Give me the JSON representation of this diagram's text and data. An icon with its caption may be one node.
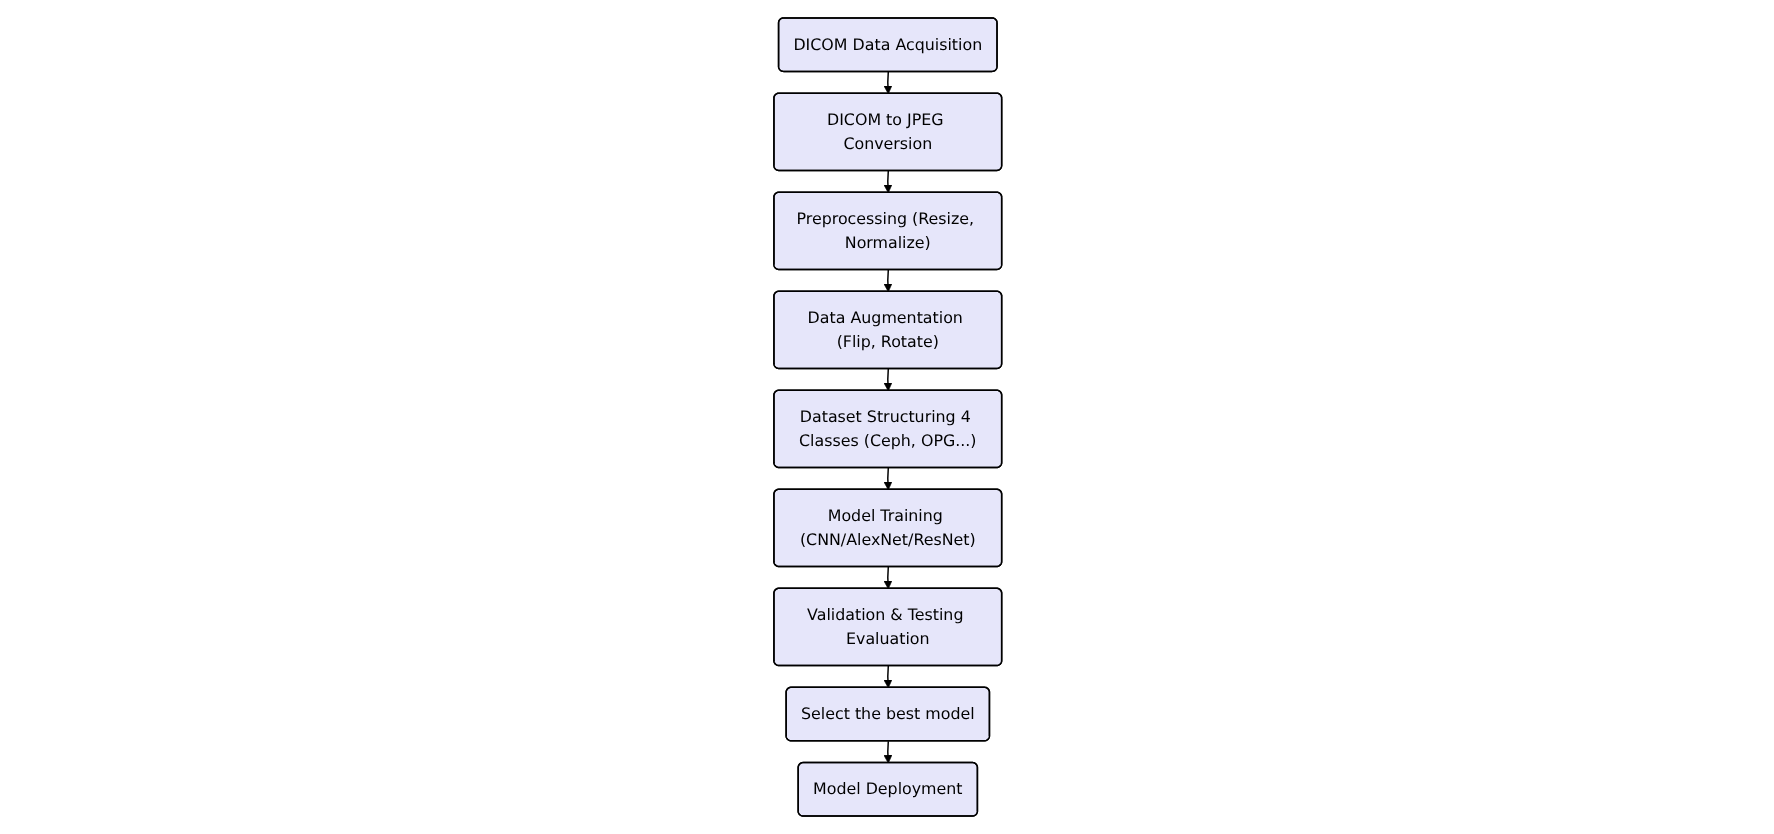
{
  "diagram": {
    "nodes": [
      {
        "text": [
          "DICOM Data Acquisition"
        ]
      },
      {
        "text": [
          "DICOM to JPEG Conversion"
        ]
      },
      {
        "text": [
          "Preprocessing (Resize, Normalize)"
        ]
      },
      {
        "text": [
          "Data Augmentation (Flip, Rotate)"
        ]
      },
      {
        "text": [
          "Dataset Structuring 4 Classes (Ceph, OPG...)"
        ]
      },
      {
        "text": [
          "Model Training (CNN/AlexNet/ResNet)"
        ]
      },
      {
        "text": [
          "Validation & Testing Evaluation"
        ]
      },
      {
        "text": [
          "Select the best model"
        ]
      },
      {
        "text": [
          "Model Deployment"
        ]
      }
    ],
    "edges": [
      {
        "from": 0,
        "to": 1,
        "arrow": "to"
      },
      {
        "from": 1,
        "to": 2,
        "arrow": "to"
      },
      {
        "from": 2,
        "to": 3,
        "arrow": "to"
      },
      {
        "from": 3,
        "to": 4,
        "arrow": "to"
      },
      {
        "from": 4,
        "to": 5,
        "arrow": "to"
      },
      {
        "from": 5,
        "to": 6,
        "arrow": "to"
      },
      {
        "from": 6,
        "to": 7,
        "arrow": "to"
      },
      {
        "from": 7,
        "to": 8,
        "arrow": "to"
      }
    ]
  }
}
